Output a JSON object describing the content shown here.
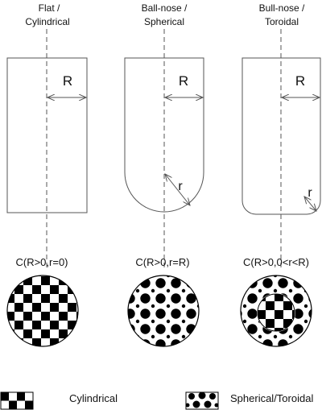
{
  "tools": [
    {
      "title_line1": "Flat /",
      "title_line2": "Cylindrical",
      "big_radius_label": "R",
      "small_radius_label": "",
      "formula": "C(R>0,r=0)",
      "pattern": "checker"
    },
    {
      "title_line1": "Ball-nose /",
      "title_line2": "Spherical",
      "big_radius_label": "R",
      "small_radius_label": "r",
      "formula": "C(R>0,r=R)",
      "pattern": "dots"
    },
    {
      "title_line1": "Bull-nose /",
      "title_line2": "Toroidal",
      "big_radius_label": "R",
      "small_radius_label": "r",
      "formula": "C(R>0,0<r<R)",
      "pattern": "dots-with-checker-center"
    }
  ],
  "legend": {
    "cylindrical_label": "Cylindrical",
    "spherical_label": "Spherical/Toroidal"
  },
  "colors": {
    "line": "#555555",
    "fill": "#000000",
    "background": "#ffffff"
  }
}
